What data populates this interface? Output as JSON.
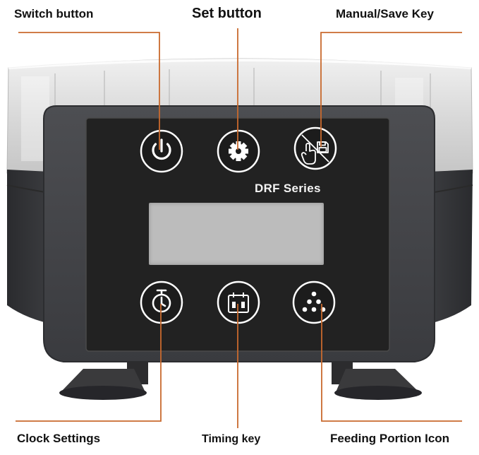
{
  "callouts": {
    "switch_button": "Switch button",
    "set_button": "Set button",
    "manual_save_key": "Manual/Save Key",
    "clock_settings": "Clock Settings",
    "timing_key": "Timing key",
    "feeding_portion_icon": "Feeding Portion Icon"
  },
  "device": {
    "series_label": "DRF Series",
    "buttons": [
      "power-icon",
      "gear-icon",
      "manual-save-icon",
      "clock-icon",
      "timing-icon",
      "portion-dots-icon"
    ]
  },
  "colors": {
    "leader_line": "#c96a2e",
    "panel": "#222222",
    "body": "#3d3e42",
    "icon": "#ffffff",
    "lcd": "#bcbcbc"
  }
}
